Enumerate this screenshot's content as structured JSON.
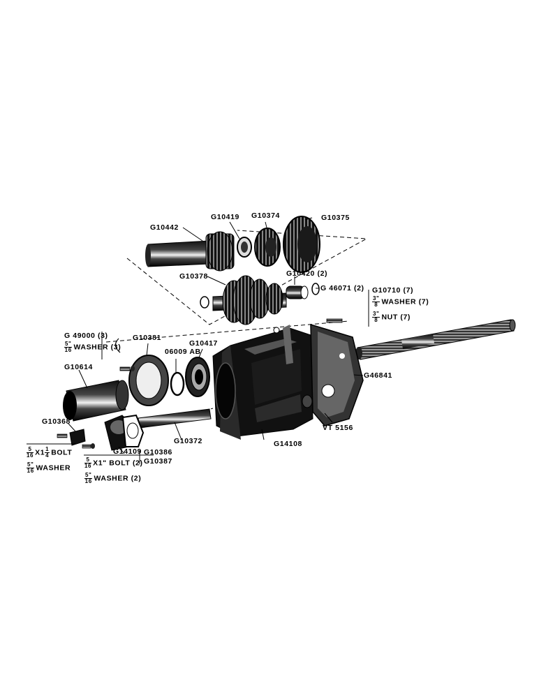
{
  "labels": {
    "g10442": "G10442",
    "g10419": "G10419",
    "g10374": "G10374",
    "g10375": "G10375",
    "g10378": "G10378",
    "g10420": "G10420 (2)",
    "g46071": "G 46071 (2)",
    "g10710": "G10710 (7)",
    "washer7": "WASHER (7)",
    "nut7": "NUT (7)",
    "g49000": "G 49000 (3)",
    "washer3": "WASHER (3)",
    "g10381": "G10381",
    "p06009": "06009 AB",
    "g10417": "G10417",
    "g10614": "G10614",
    "g46841": "G46841",
    "g10368": "G10368",
    "g14109": "G14109",
    "g10372": "G10372",
    "g10386": "G10386",
    "g10387": "G10387",
    "g14108": "G14108",
    "vt5156": "VT 5156",
    "bolt_1_1_4": "X1",
    "bolt_1_1_4_tail": "BOLT",
    "washer_a": "WASHER",
    "bolt_1": "X1\" BOLT (2)",
    "washer2": "WASHER (2)"
  },
  "fractions": {
    "three_eighths_num": "3\"",
    "three_eighths_den": "8",
    "three_eighths_nut_num": "3\"",
    "five_sixteenths_num": "5\"",
    "five_sixteenths_den": "16",
    "five_plain_num": "5",
    "one_num": "1",
    "four_den": "4"
  }
}
